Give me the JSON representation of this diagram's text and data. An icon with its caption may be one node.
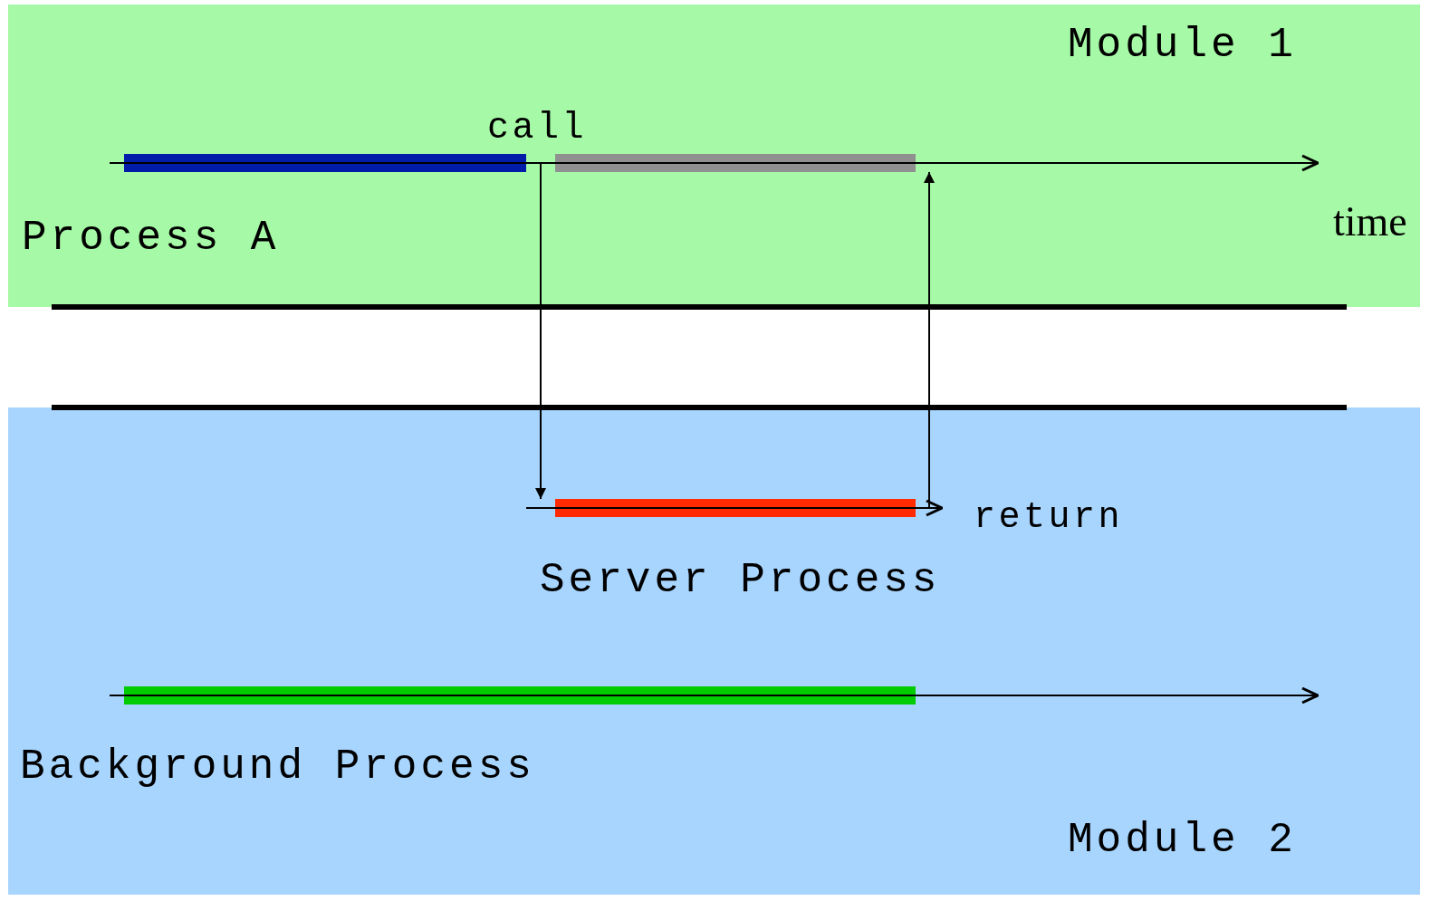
{
  "diagram": {
    "nodes": [
      {
        "text": [
          "Module 1"
        ]
      },
      {
        "text": [],
        "shape": "bar",
        "in": 0
      },
      {
        "text": [],
        "shape": "bar",
        "in": 0
      },
      {
        "text": [
          "Module 2"
        ]
      },
      {
        "text": [],
        "shape": "bar",
        "in": 3
      },
      {
        "text": [],
        "shape": "bar",
        "in": 3
      }
    ],
    "edges": [
      {
        "from": 1,
        "to": 4,
        "arrow": "to",
        "label": "call"
      },
      {
        "from": 4,
        "to": 2,
        "arrow": "to",
        "label": "return"
      }
    ],
    "labels": [
      "Process A",
      "time",
      "Server Process",
      "Background Process"
    ]
  }
}
